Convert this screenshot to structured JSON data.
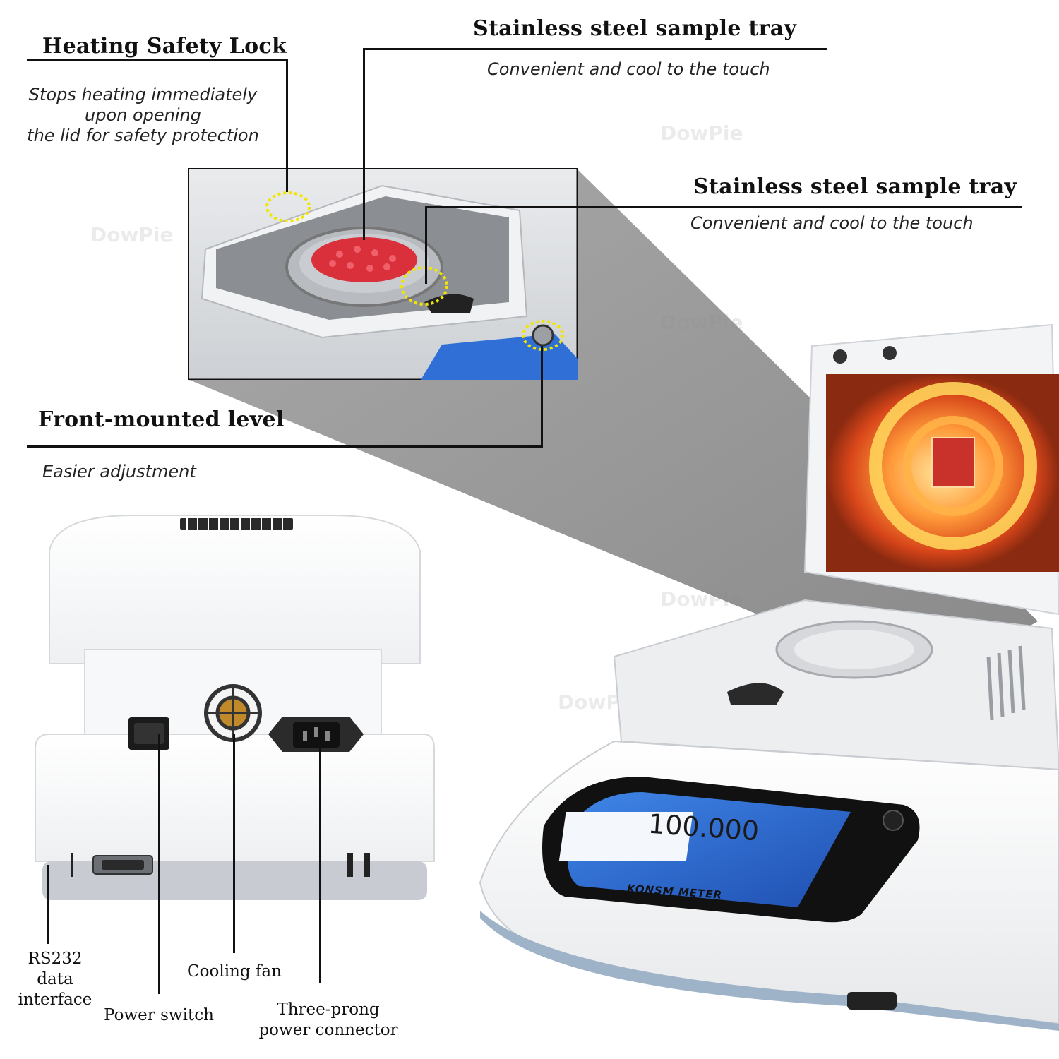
{
  "callouts": {
    "heating_lock": {
      "title": "Heating Safety Lock",
      "lines": [
        "Stops heating immediately",
        "upon opening",
        "the lid for safety protection"
      ]
    },
    "tray_top": {
      "title": "Stainless steel sample tray",
      "subtitle": "Convenient and cool to the touch"
    },
    "tray_mid": {
      "title": "Stainless steel sample tray",
      "subtitle": "Convenient and cool to the touch"
    },
    "level": {
      "title": "Front-mounted level",
      "subtitle": "Easier adjustment"
    }
  },
  "rear_labels": {
    "rs232": [
      "RS232",
      "data interface"
    ],
    "cooling_fan": "Cooling fan",
    "power_switch": "Power switch",
    "power_connector": [
      "Three-prong",
      "power connector"
    ]
  },
  "device_screen": {
    "reading": "100.000",
    "brand": "KONSM METER"
  },
  "watermark": "DowPie",
  "colors": {
    "text": "#111111",
    "sample_red": "#d9303c",
    "level_marker": "#f2e600",
    "screen_blue": "#2f6fd6",
    "heater_orange": "#ff8a2a"
  }
}
